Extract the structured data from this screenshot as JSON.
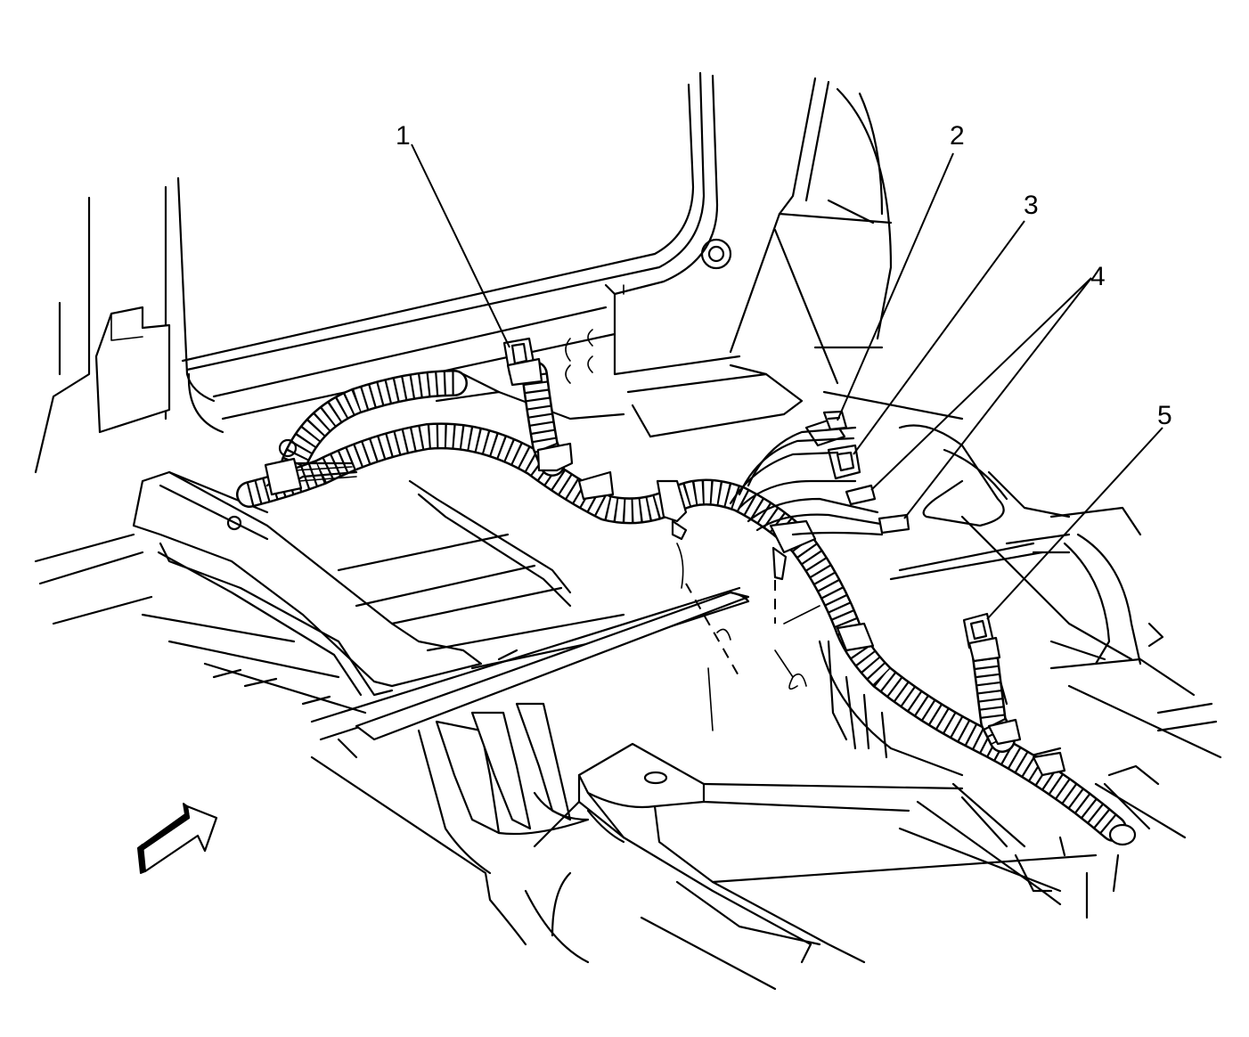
{
  "diagram": {
    "callouts": [
      {
        "id": 1,
        "label": "1"
      },
      {
        "id": 2,
        "label": "2"
      },
      {
        "id": 3,
        "label": "3"
      },
      {
        "id": 4,
        "label": "4"
      },
      {
        "id": 5,
        "label": "5"
      }
    ],
    "direction_arrow_icon": "front-direction-arrow-icon"
  }
}
